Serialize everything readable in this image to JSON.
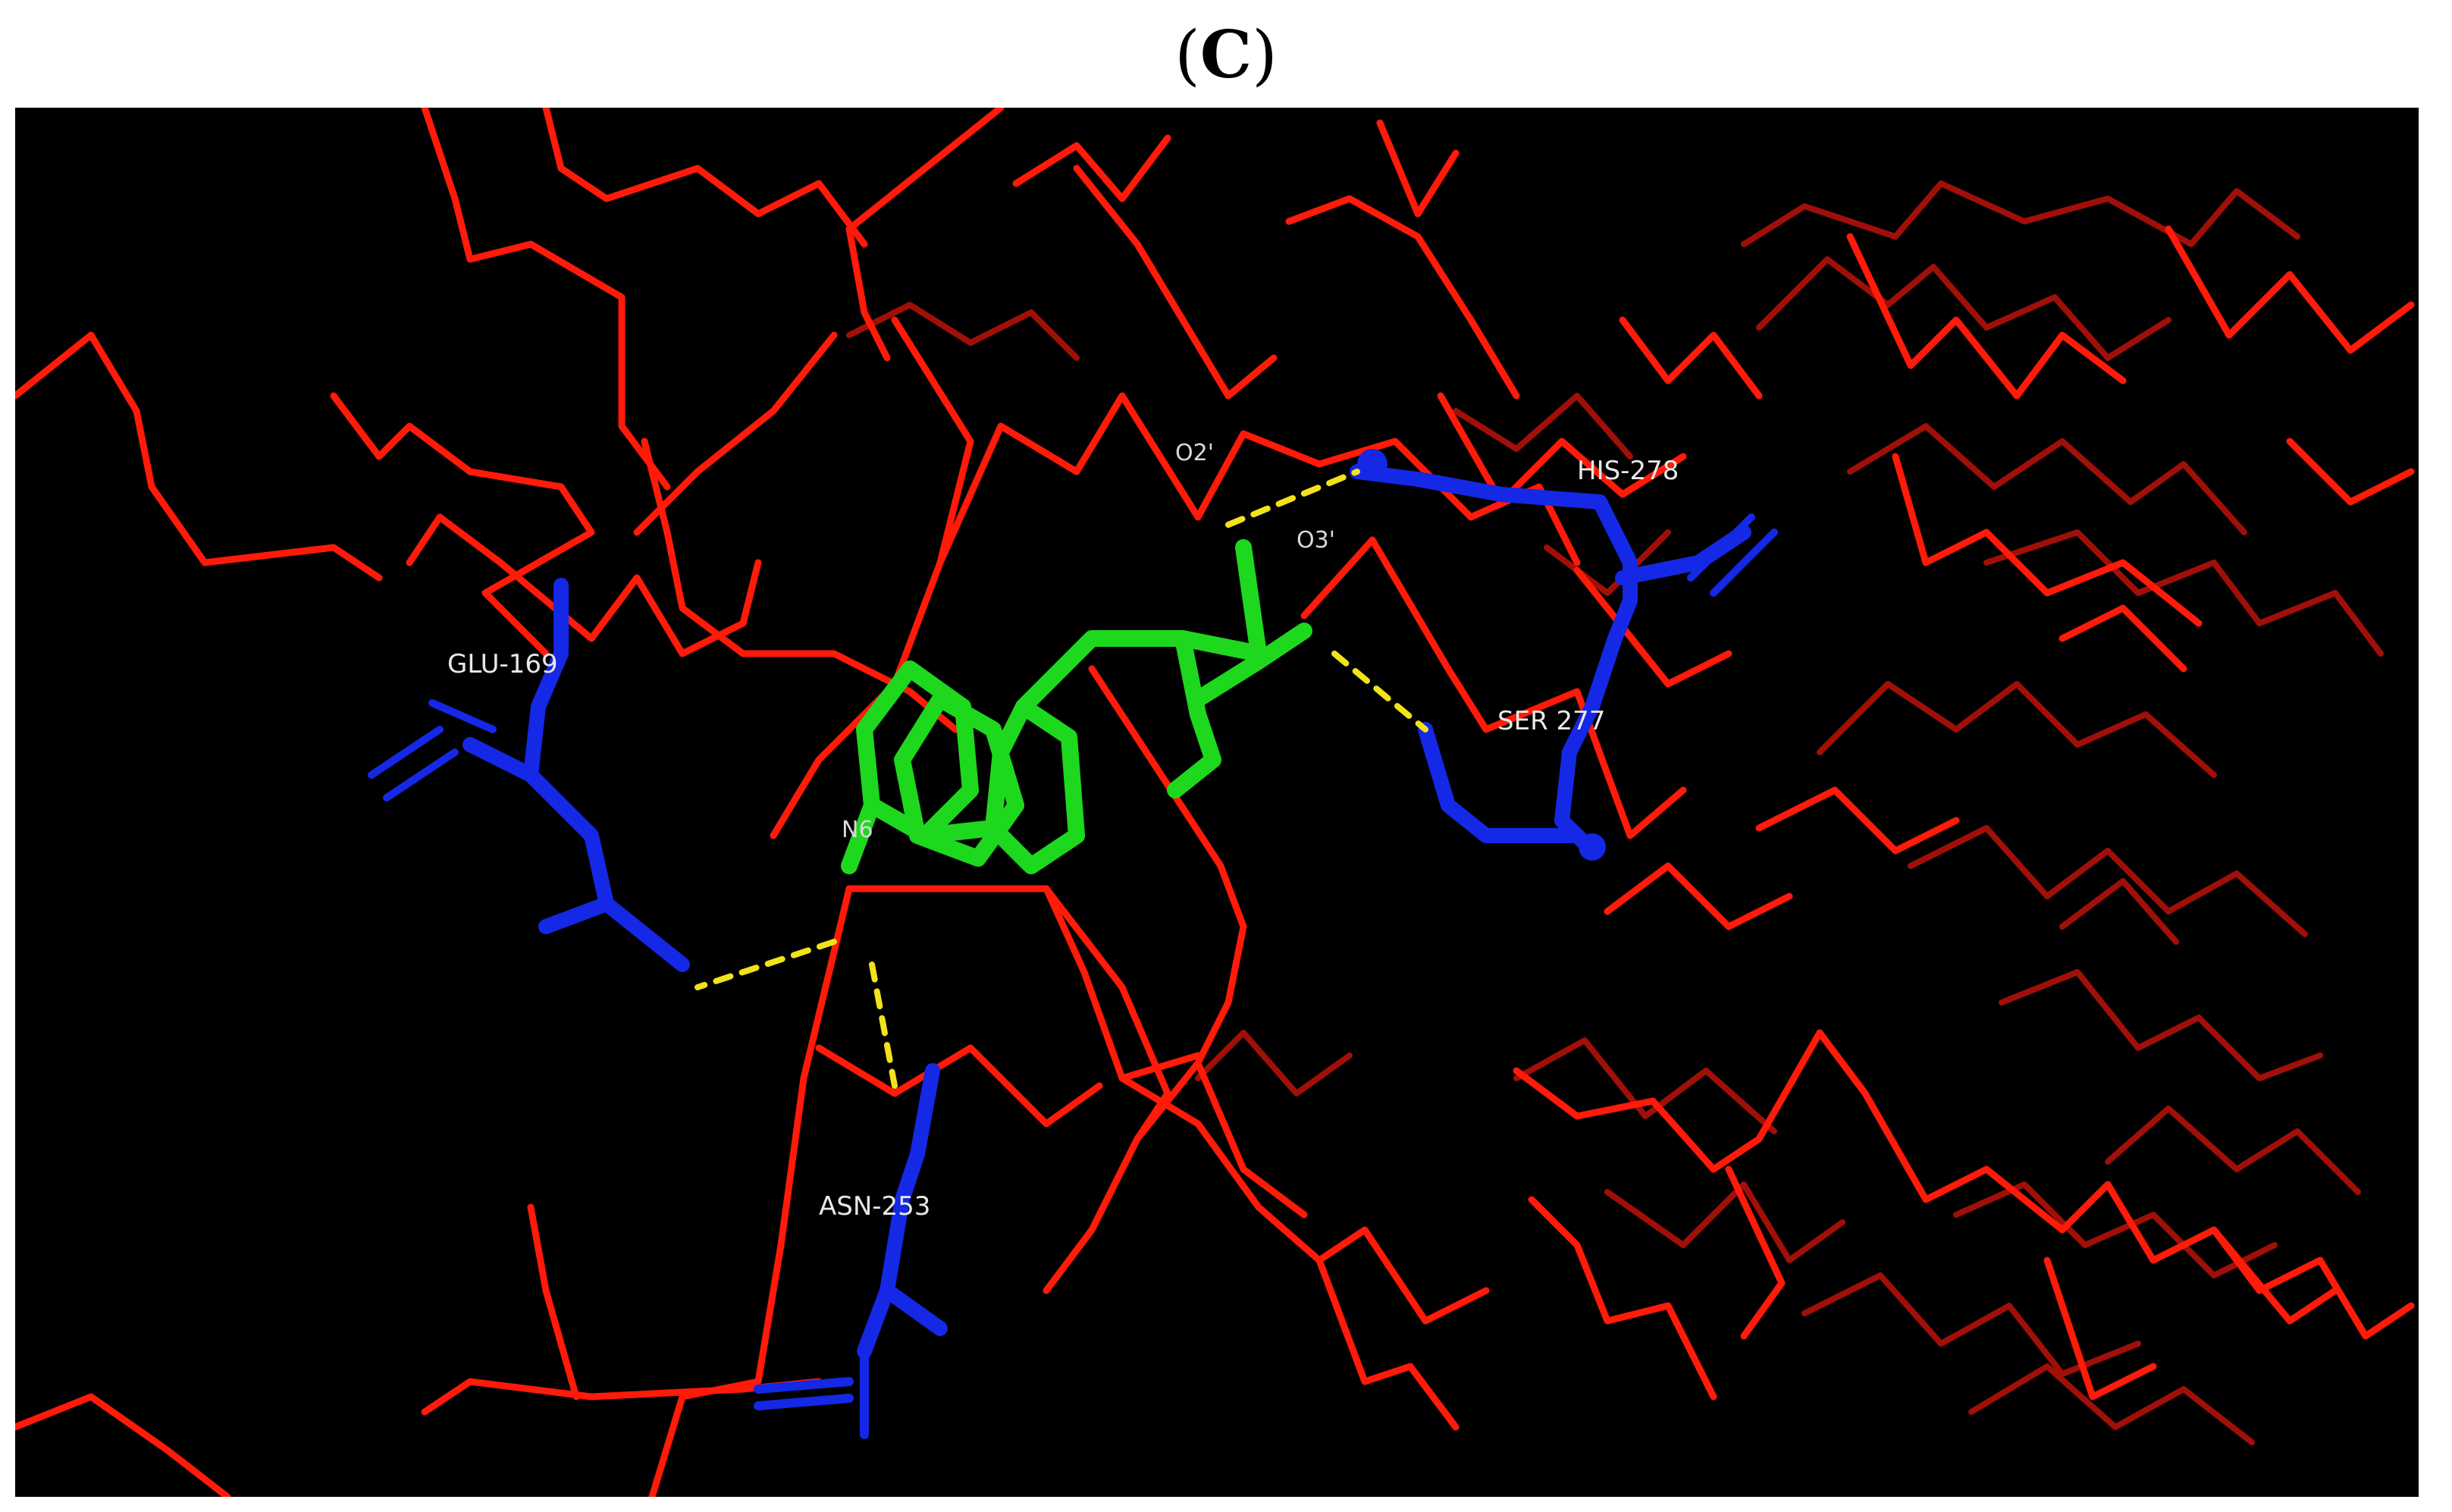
{
  "figure": {
    "panel_open": "(",
    "panel_letter": "C",
    "panel_close": ")"
  },
  "colors": {
    "background": "#000000",
    "backbone": "#ff1a0a",
    "backbone_dark": "#9a0c06",
    "residues": "#1428e6",
    "ligand": "#1ed81e",
    "hbond": "#f2e21a",
    "label": "#e8e8e8"
  },
  "residues": [
    {
      "id": "glu169",
      "label": "GLU-169"
    },
    {
      "id": "asn253",
      "label": "ASN-253"
    },
    {
      "id": "his278",
      "label": "HIS-278"
    },
    {
      "id": "ser277",
      "label": "SER 277"
    }
  ],
  "ligand_atoms": [
    {
      "id": "n6",
      "label": "N6"
    },
    {
      "id": "o2",
      "label": "O2'"
    },
    {
      "id": "o3",
      "label": "O3'"
    }
  ],
  "hbonds": [
    {
      "from": "N6",
      "to": "GLU-169"
    },
    {
      "from": "N6",
      "to": "ASN-253"
    },
    {
      "from": "O2'",
      "to": "HIS-278"
    },
    {
      "from": "O3'",
      "to": "SER 277"
    }
  ]
}
